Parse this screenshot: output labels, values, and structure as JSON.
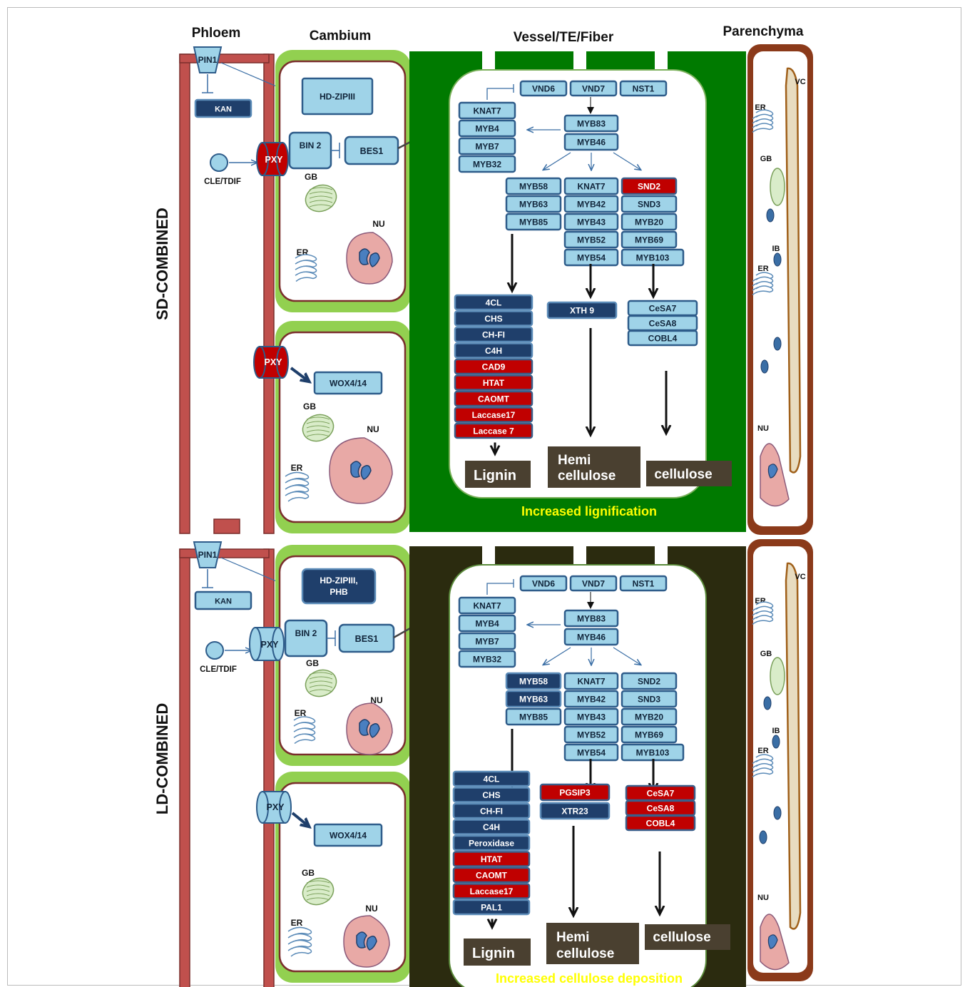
{
  "headers": {
    "phloem": "Phloem",
    "cambium": "Cambium",
    "vessel": "Vessel/TE/Fiber",
    "parenchyma": "Parenchyma"
  },
  "colors": {
    "light_blue": "#9fd3e8",
    "dark_blue": "#1f3f6b",
    "red": "#c00000",
    "phloem_red": "#c0504d",
    "green": "#92d050",
    "vessel_green_sd": "#007a00",
    "vessel_dark_ld": "#2b2b0f",
    "product_box": "#4a4030",
    "highlight_text": "#ffff00"
  },
  "sd": {
    "side_label": "SD-COMBINED",
    "pin1": "PIN1",
    "kan": "KAN",
    "cle": "CLE/TDIF",
    "pxy": "PXY",
    "pxy2": "PXY",
    "hdzip": "HD-ZIPIII",
    "bin2": "BIN 2",
    "bes1": "BES1",
    "wox": "WOX4/14",
    "gb1": "GB",
    "nu1": "NU",
    "er1": "ER",
    "gb2": "GB",
    "nu2": "NU",
    "er2": "ER",
    "vnd6": "VND6",
    "vnd7": "VND7",
    "nst1": "NST1",
    "left_top": [
      "KNAT7",
      "MYB4",
      "MYB7",
      "MYB32"
    ],
    "myb83": "MYB83",
    "myb46": "MYB46",
    "col1": [
      "MYB58",
      "MYB63",
      "MYB85"
    ],
    "col2": [
      "KNAT7",
      "MYB42",
      "MYB43",
      "MYB52",
      "MYB54"
    ],
    "col3": [
      "SND2",
      "SND3",
      "MYB20",
      "MYB69",
      "MYB103"
    ],
    "lignin_genes": [
      "4CL",
      "CHS",
      "CH-FI",
      "C4H",
      "CAD9",
      "HTAT",
      "CAOMT",
      "Laccase17",
      "Laccase 7"
    ],
    "hemi_genes": [
      "XTH 9"
    ],
    "cell_genes": [
      "CeSA7",
      "CeSA8",
      "COBL4"
    ],
    "lignin": "Lignin",
    "hemi_1": "Hemi",
    "hemi_2": "cellulose",
    "cellulose": "cellulose",
    "footer": "Increased lignification",
    "par_vc": "VC",
    "par_er1": "ER",
    "par_gb": "GB",
    "par_ib": "IB",
    "par_er2": "ER",
    "par_nu": "NU"
  },
  "ld": {
    "side_label": "LD-COMBINED",
    "pin1": "PIN1",
    "kan": "KAN",
    "cle": "CLE/TDIF",
    "pxy": "PXY",
    "pxy2": "PXY",
    "hdzip_1": "HD-ZIPIII,",
    "hdzip_2": "PHB",
    "bin2": "BIN 2",
    "bes1": "BES1",
    "wox": "WOX4/14",
    "gb1": "GB",
    "nu1": "NU",
    "er1": "ER",
    "gb2": "GB",
    "nu2": "NU",
    "er2": "ER",
    "vnd6": "VND6",
    "vnd7": "VND7",
    "nst1": "NST1",
    "left_top": [
      "KNAT7",
      "MYB4",
      "MYB7",
      "MYB32"
    ],
    "myb83": "MYB83",
    "myb46": "MYB46",
    "col1": [
      "MYB58",
      "MYB63",
      "MYB85"
    ],
    "col2": [
      "KNAT7",
      "MYB42",
      "MYB43",
      "MYB52",
      "MYB54"
    ],
    "col3": [
      "SND2",
      "SND3",
      "MYB20",
      "MYB69",
      "MYB103"
    ],
    "lignin_genes": [
      "4CL",
      "CHS",
      "CH-FI",
      "C4H",
      "Peroxidase",
      "HTAT",
      "CAOMT",
      "Laccase17",
      "PAL1"
    ],
    "hemi_genes": [
      "PGSIP3",
      "XTR23"
    ],
    "cell_genes": [
      "CeSA7",
      "CeSA8",
      "COBL4"
    ],
    "lignin": "Lignin",
    "hemi_1": "Hemi",
    "hemi_2": "cellulose",
    "cellulose": "cellulose",
    "footer": "Increased cellulose deposition",
    "par_vc": "VC",
    "par_er1": "ER",
    "par_gb": "GB",
    "par_ib": "IB",
    "par_er2": "ER",
    "par_nu": "NU"
  }
}
